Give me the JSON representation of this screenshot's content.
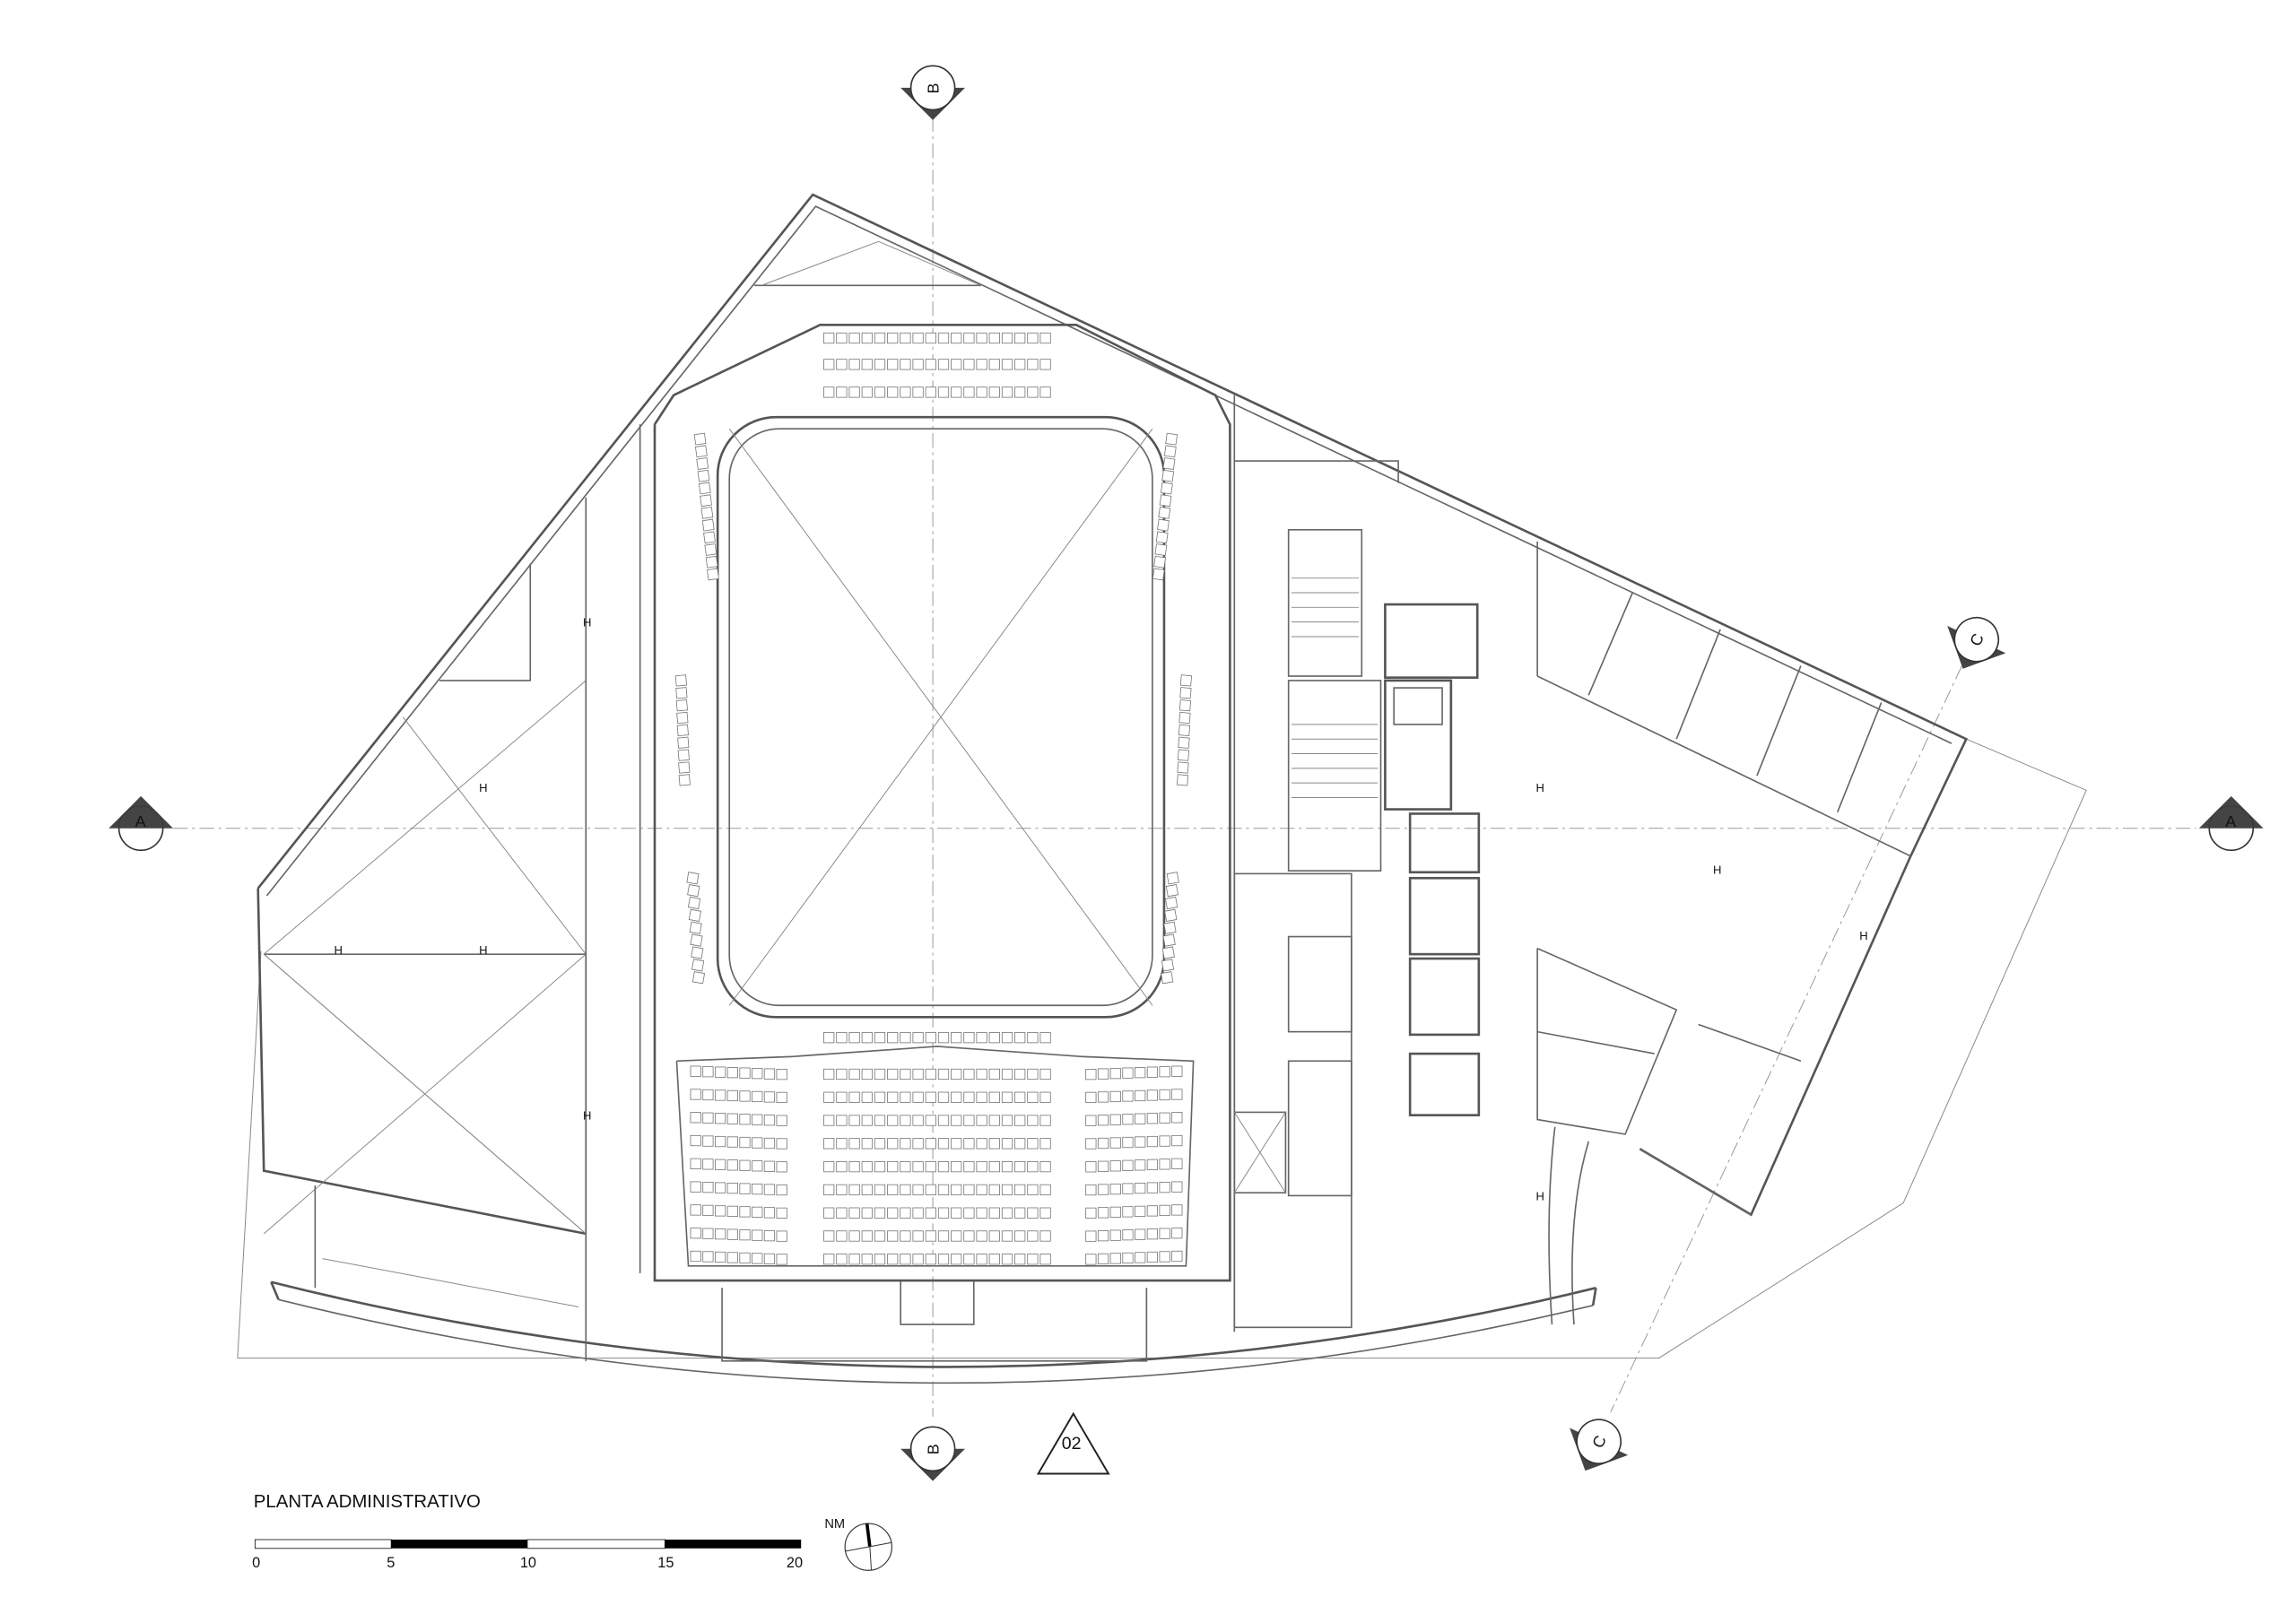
{
  "drawing": {
    "title": "PLANTA ADMINISTRATIVO",
    "north_label": "NM",
    "scale_bar": {
      "ticks": [
        "0",
        "5",
        "10",
        "15",
        "20"
      ]
    },
    "sections": [
      {
        "id": "A",
        "label": "A"
      },
      {
        "id": "B",
        "label": "B"
      },
      {
        "id": "C",
        "label": "C"
      }
    ],
    "view_reference": "02",
    "room_marks": [
      "H",
      "H",
      "H",
      "H",
      "H",
      "H",
      "H",
      "H",
      "H"
    ],
    "colors": {
      "line": "#555555",
      "marker": "#444444"
    }
  }
}
